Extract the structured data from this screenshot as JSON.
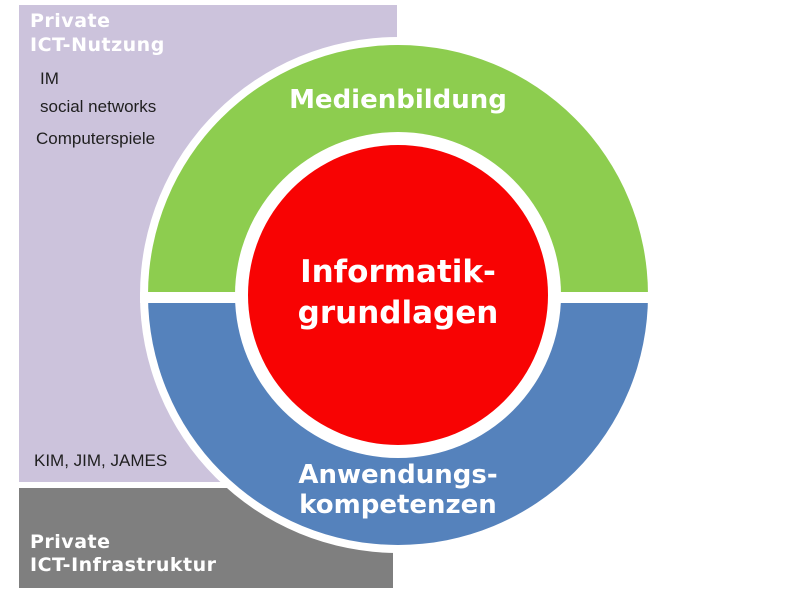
{
  "colors": {
    "lavender": "#CCC3DC",
    "gray": "#7F7F7F",
    "green": "#8DCD4F",
    "blue": "#5582BC",
    "red": "#F80303"
  },
  "private_ict_nutzung": {
    "title_line1": "Private",
    "title_line2": "ICT-Nutzung",
    "items": [
      "IM",
      "social networks",
      "Computerspiele"
    ],
    "names": "KIM, JIM, JAMES"
  },
  "private_ict_infrastruktur": {
    "title_line1": "Private",
    "title_line2": "ICT-Infrastruktur"
  },
  "donut": {
    "top_label": "Medienbildung",
    "bottom_label_line1": "Anwendungs-",
    "bottom_label_line2": "kompetenzen",
    "center_label_line1": "Informatik-",
    "center_label_line2": "grundlagen"
  }
}
